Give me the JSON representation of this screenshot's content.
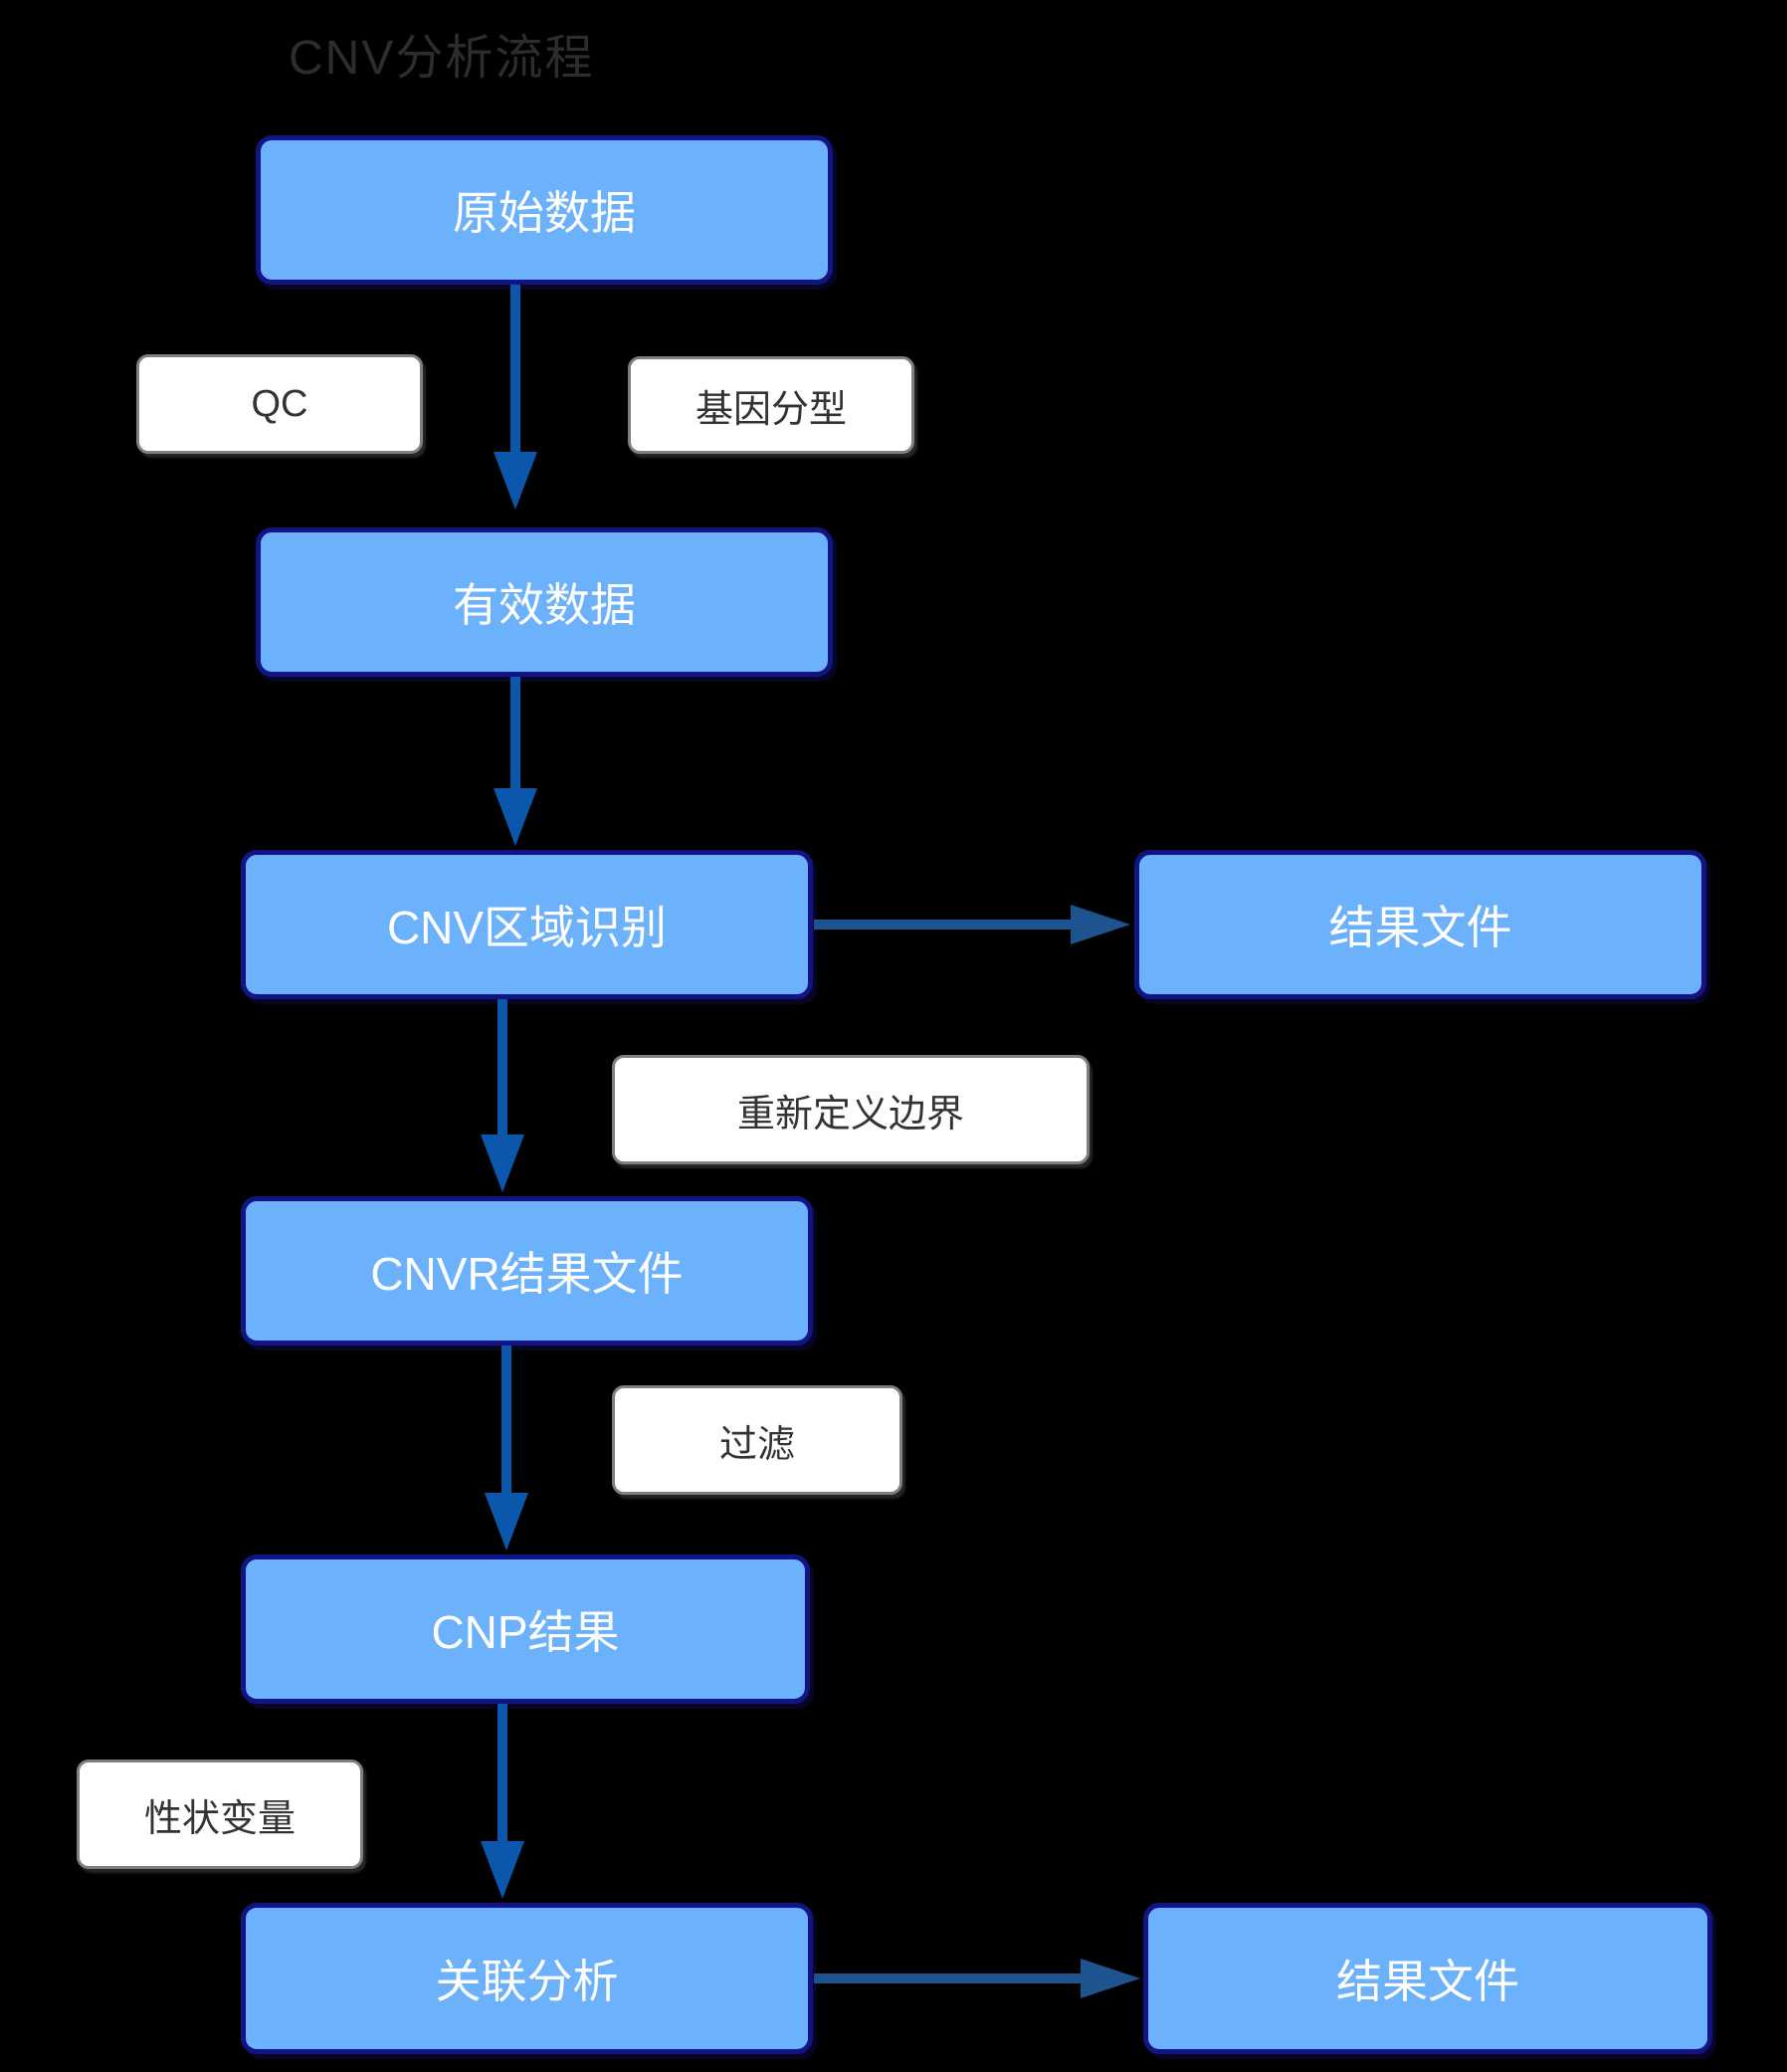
{
  "title": "CNV分析流程",
  "nodes": [
    {
      "id": "raw-data",
      "label": "原始数据"
    },
    {
      "id": "valid-data",
      "label": "有效数据"
    },
    {
      "id": "cnv-region",
      "label": "CNV区域识别"
    },
    {
      "id": "result-file-1",
      "label": "结果文件"
    },
    {
      "id": "cnvr-result",
      "label": "CNVR结果文件"
    },
    {
      "id": "cnp-result",
      "label": "CNP结果"
    },
    {
      "id": "association",
      "label": "关联分析"
    },
    {
      "id": "result-file-2",
      "label": "结果文件"
    }
  ],
  "edge_labels": [
    {
      "id": "qc",
      "label": "QC"
    },
    {
      "id": "genotyping",
      "label": "基因分型"
    },
    {
      "id": "redefine-boundary",
      "label": "重新定义边界"
    },
    {
      "id": "filter",
      "label": "过滤"
    },
    {
      "id": "trait-variable",
      "label": "性状变量"
    }
  ],
  "edges": [
    {
      "from": "raw-data",
      "to": "valid-data",
      "labels": [
        "QC",
        "基因分型"
      ]
    },
    {
      "from": "valid-data",
      "to": "cnv-region",
      "labels": []
    },
    {
      "from": "cnv-region",
      "to": "result-file-1",
      "labels": []
    },
    {
      "from": "cnv-region",
      "to": "cnvr-result",
      "labels": [
        "重新定义边界"
      ]
    },
    {
      "from": "cnvr-result",
      "to": "cnp-result",
      "labels": [
        "过滤"
      ]
    },
    {
      "from": "cnp-result",
      "to": "association",
      "labels": [
        "性状变量"
      ]
    },
    {
      "from": "association",
      "to": "result-file-2",
      "labels": []
    }
  ],
  "colors": {
    "background": "#000000",
    "node_fill": "#6cb1fc",
    "node_border": "#131384",
    "node_text": "#ffffff",
    "tag_fill": "#ffffff",
    "tag_border": "#7f7f7f",
    "tag_text": "#333333",
    "arrow_vertical": "#0b57ab",
    "arrow_horizontal": "#1d538f",
    "title_color": "#2d2d2d"
  }
}
